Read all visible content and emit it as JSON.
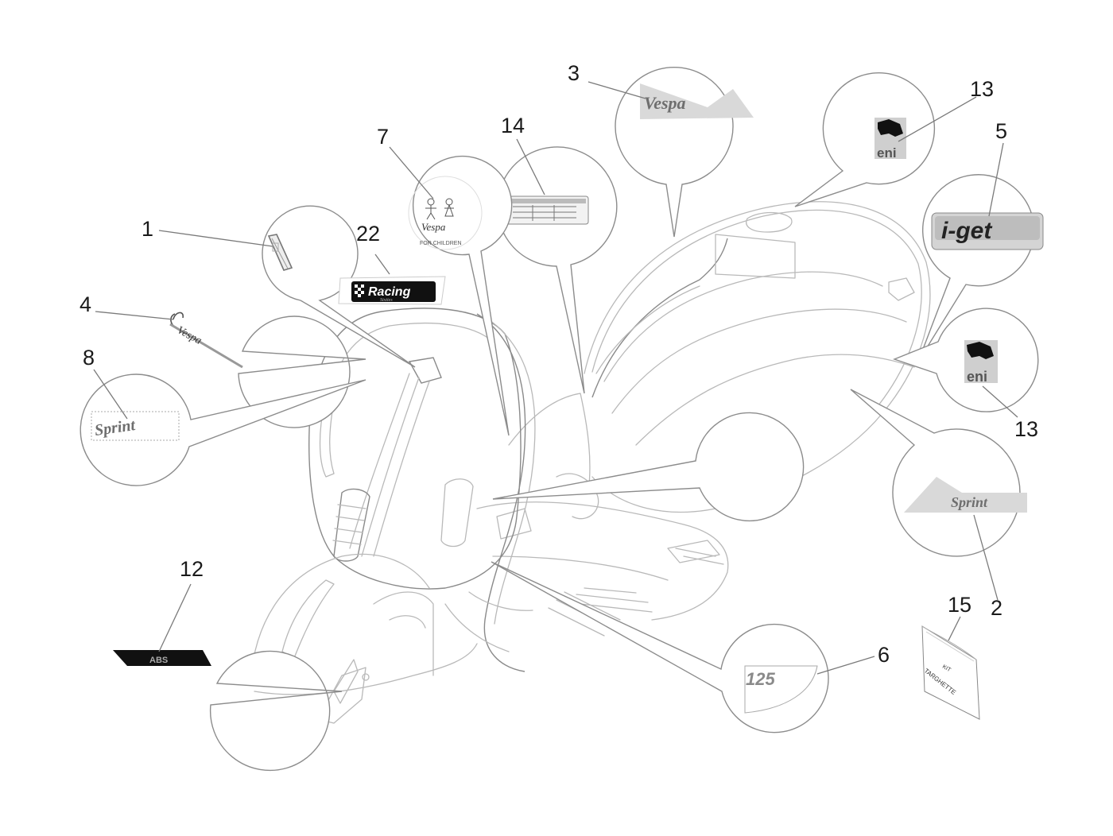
{
  "diagram": {
    "title": "Vespa Sprint decals and plates exploded view",
    "callouts": [
      {
        "number": "1",
        "part": "Piaggio shield badge"
      },
      {
        "number": "2",
        "part": "Sprint side decal"
      },
      {
        "number": "3",
        "part": "Vespa side decal"
      },
      {
        "number": "4",
        "part": "Vespa script emblem"
      },
      {
        "number": "5",
        "part": "i-get badge"
      },
      {
        "number": "6",
        "part": "125 displacement decal"
      },
      {
        "number": "7",
        "part": "Vespa for Children decal"
      },
      {
        "number": "8",
        "part": "Sprint front emblem"
      },
      {
        "number": "12",
        "part": "ABS decal"
      },
      {
        "number": "13",
        "part": "eni decal (left)"
      },
      {
        "number": "13",
        "part": "eni decal (right)"
      },
      {
        "number": "14",
        "part": "Tyre pressure information label"
      },
      {
        "number": "15",
        "part": "Plates kit envelope"
      },
      {
        "number": "22",
        "part": "Racing Sixties decal"
      }
    ],
    "decal_texts": {
      "sprint": "Sprint",
      "vespa": "Vespa",
      "racing": "Racing",
      "racing_sub": "Sixties",
      "for_children": "FOR CHILDREN",
      "eni": "eni",
      "iget": "i-get",
      "abs": "ABS",
      "displacement": "125",
      "kit_line1": "KIT",
      "kit_line2": "TARGHETTE"
    }
  }
}
